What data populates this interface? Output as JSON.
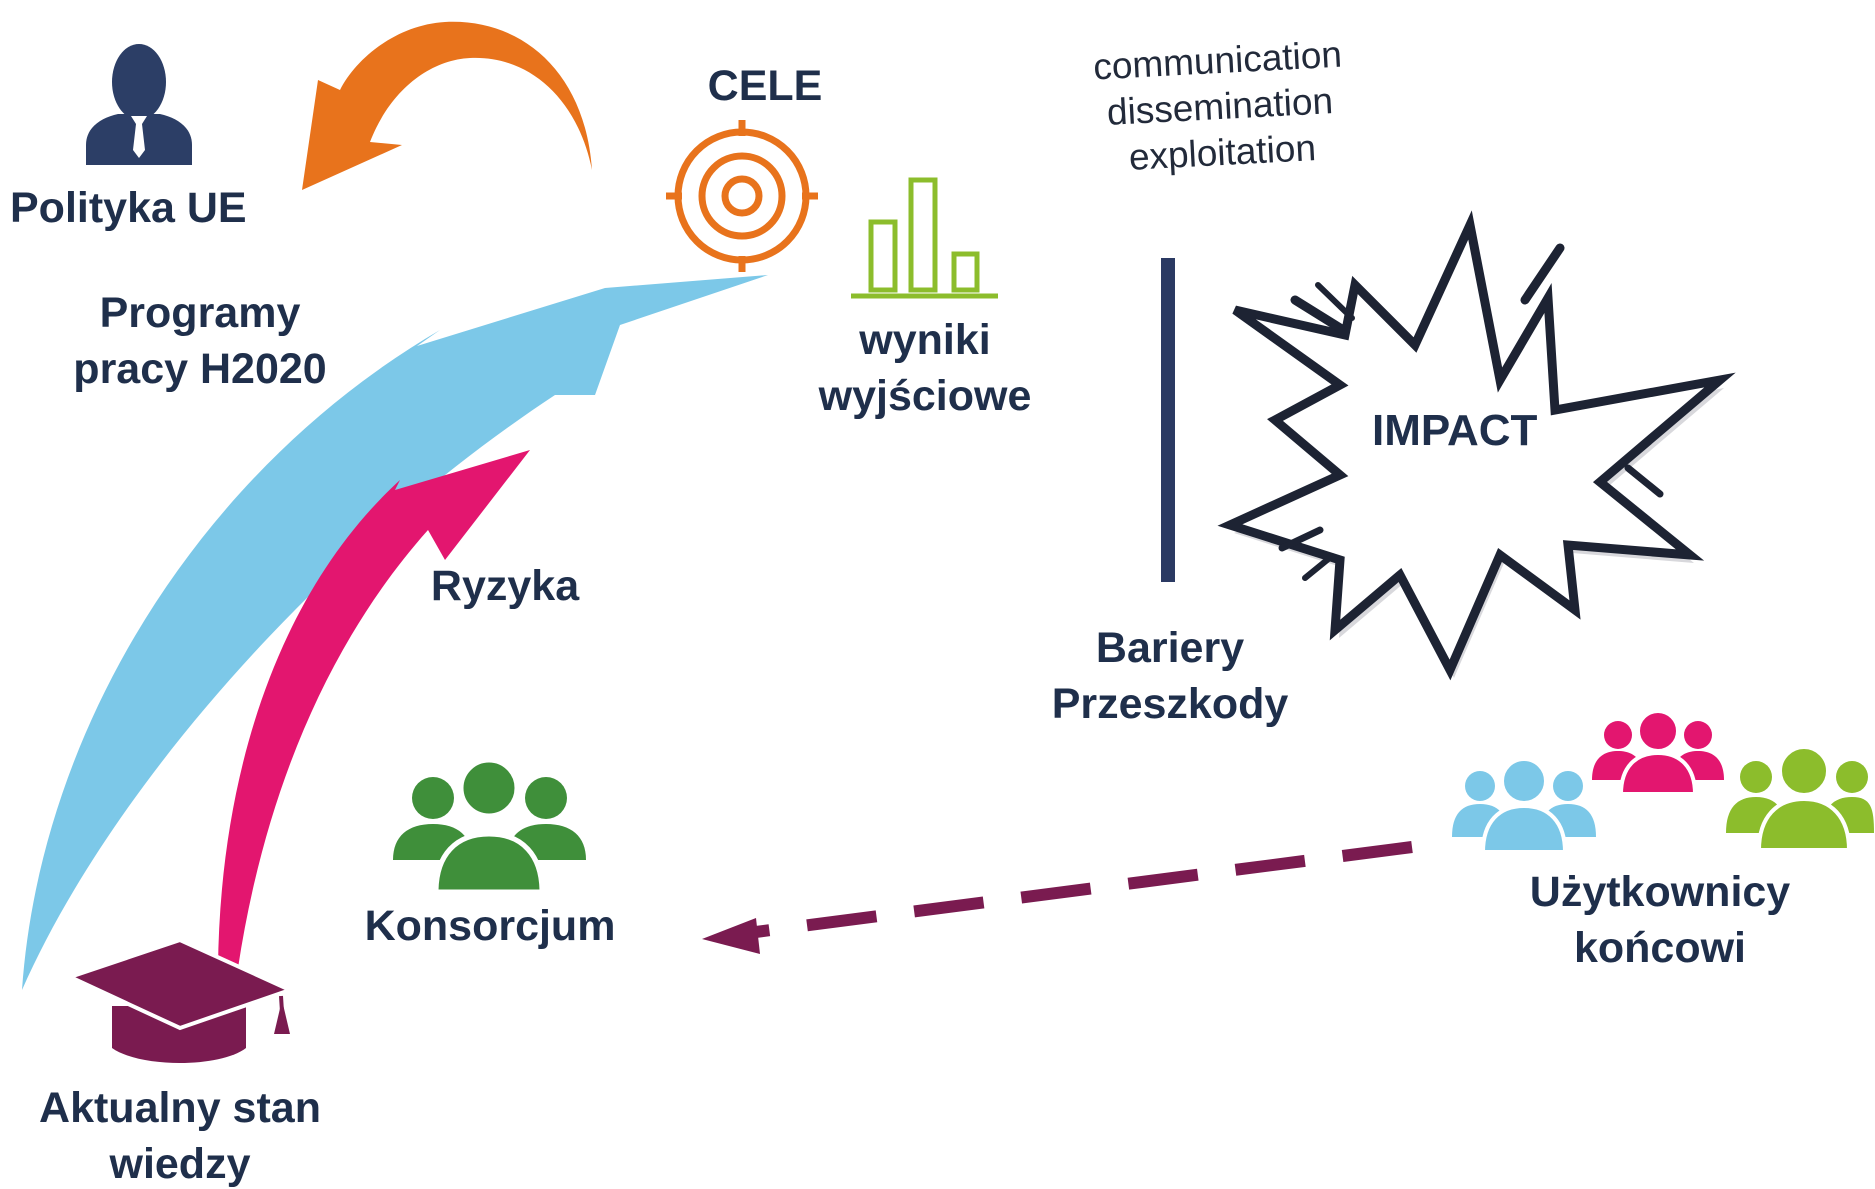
{
  "labels": {
    "polityka_ue": "Polityka UE",
    "cele": "CELE",
    "programy_line1": "Programy",
    "programy_line2": "pracy H2020",
    "wyniki_line1": "wyniki",
    "wyniki_line2": "wyjściowe",
    "ryzyka": "Ryzyka",
    "bariery_line1": "Bariery",
    "bariery_line2": "Przeszkody",
    "impact": "IMPACT",
    "konsorcjum": "Konsorcjum",
    "uzytkownicy_line1": "Użytkownicy",
    "uzytkownicy_line2": "końcowi",
    "aktualny_line1": "Aktualny stan",
    "aktualny_line2": "wiedzy"
  },
  "cde_terms": [
    "communication",
    "dissemination",
    "exploitation"
  ],
  "icons": {
    "policy": "businessman-icon",
    "goals": "target-icon",
    "outputs": "bar-chart-icon",
    "impact": "explosion-burst-icon",
    "consortium": "group-icon",
    "end_users": "user-groups-icon",
    "knowledge": "graduation-cap-icon"
  },
  "colors": {
    "text": "#1f2f4b",
    "orange": "#e8731c",
    "light_blue": "#7cc8e8",
    "magenta": "#e3166f",
    "green": "#8cbd2c",
    "dark_green": "#3f8f3a",
    "purple": "#7a1b50",
    "navy": "#2c3e66",
    "barrier": "#2b3a63"
  }
}
